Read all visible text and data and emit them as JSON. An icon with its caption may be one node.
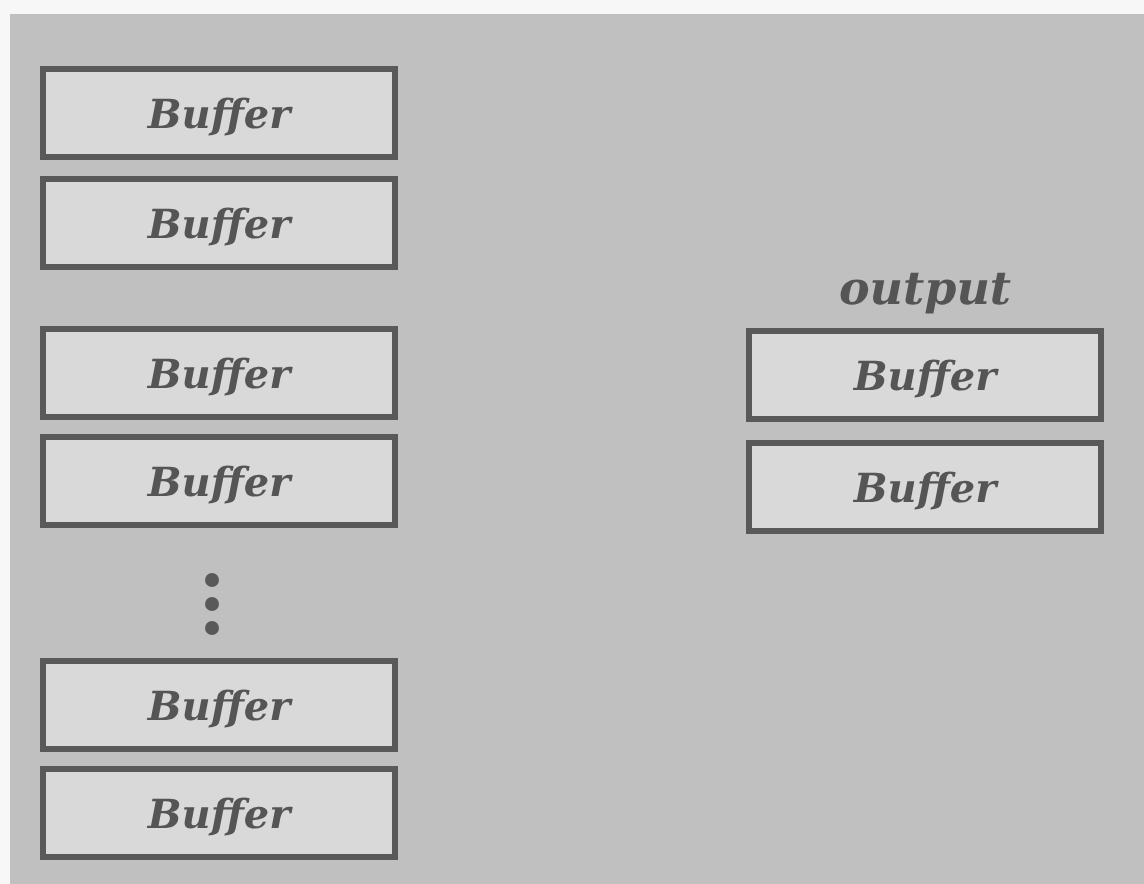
{
  "diagram": {
    "nodes": [
      {
        "text": [
          "Buffer"
        ]
      },
      {
        "text": [
          "Buffer"
        ]
      },
      {
        "text": [
          "Buffer"
        ]
      },
      {
        "text": [
          "Buffer"
        ]
      },
      {
        "text": [
          "Buffer"
        ]
      },
      {
        "text": [
          "Buffer"
        ]
      },
      {
        "text": [
          "Buffer"
        ]
      },
      {
        "text": [
          "Buffer"
        ]
      }
    ],
    "edges": [],
    "labels": [
      "output"
    ]
  }
}
